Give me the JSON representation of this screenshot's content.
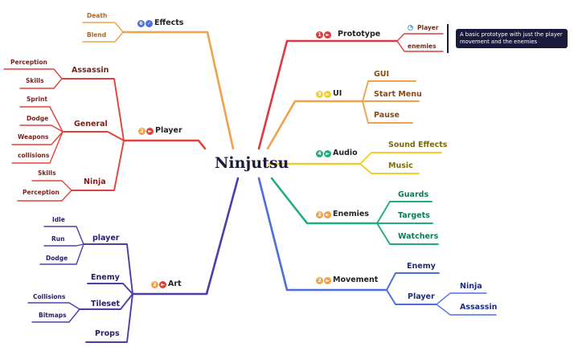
{
  "colors": {
    "effects": "#f0a24a",
    "prototype": "#e0393f",
    "player": "#e2413a",
    "ui": "#f0a24a",
    "audio": "#f2ce2d",
    "enemies": "#1fae7c",
    "movement": "#4a6ee0",
    "art": "#4a3fa8",
    "note_bg": "#1a1a3c"
  },
  "central": {
    "title": "Ninjutsu"
  },
  "branches": {
    "effects": {
      "label": "Effects",
      "priority": "6",
      "children": [
        "Death",
        "Blend"
      ]
    },
    "prototype": {
      "label": "Prototype",
      "priority": "1",
      "children": [
        "Player",
        "enemies"
      ],
      "note": "A  basic prototype with just the player movement and the enemies"
    },
    "player": {
      "label": "Player",
      "priority": "2",
      "groups": [
        {
          "label": "Assassin",
          "children": [
            "Perception",
            "Skills"
          ]
        },
        {
          "label": "General",
          "children": [
            "Sprint",
            "Dodge",
            "Weapons",
            "collisions"
          ]
        },
        {
          "label": "Ninja",
          "children": [
            "Skills",
            "Perception"
          ]
        }
      ]
    },
    "ui": {
      "label": "UI",
      "priority": "3",
      "children": [
        "GUI",
        "Start Menu",
        "Pause"
      ]
    },
    "audio": {
      "label": "Audio",
      "priority": "4",
      "children": [
        "Sound Effects",
        "Music"
      ]
    },
    "enemies": {
      "label": "Enemies",
      "priority": "2",
      "children": [
        "Guards",
        "Targets",
        "Watchers"
      ]
    },
    "movement": {
      "label": "Movement",
      "priority": "2",
      "children": [
        "Enemy",
        "Player"
      ],
      "player_children": [
        "Ninja",
        "Assassin"
      ]
    },
    "art": {
      "label": "Art",
      "priority": "2",
      "groups": [
        {
          "label": "player",
          "children": [
            "Idle",
            "Run",
            "Dodge"
          ]
        },
        {
          "label": "Enemy",
          "children": []
        },
        {
          "label": "Tileset",
          "children": [
            "Collisions",
            "Bitmaps"
          ]
        },
        {
          "label": "Props",
          "children": []
        }
      ]
    }
  }
}
